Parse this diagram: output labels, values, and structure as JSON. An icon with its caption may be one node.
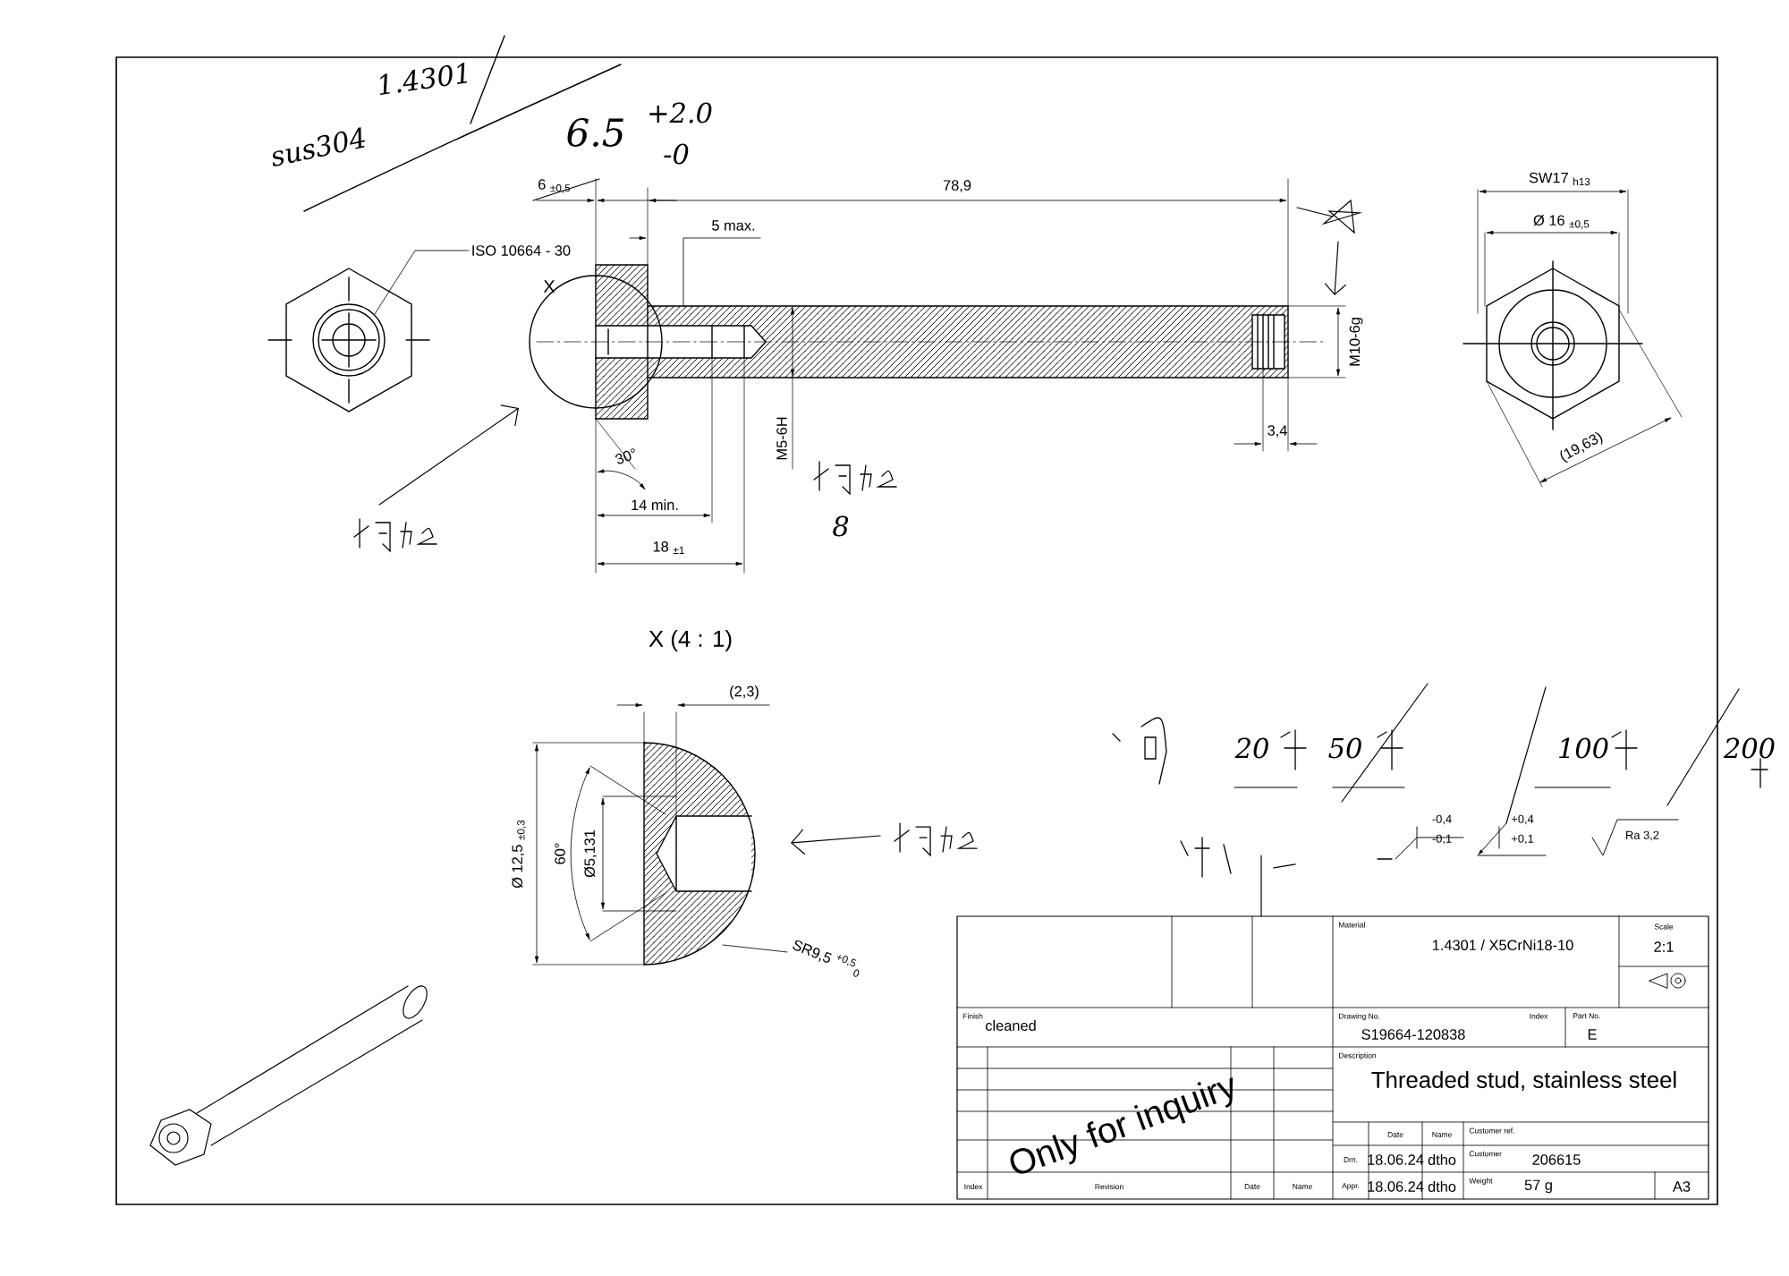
{
  "diagram": {
    "nodes": [
      {
        "text": [
          "ISO 10664 - 30"
        ]
      },
      {
        "text": [],
        "shape": "circle"
      },
      {
        "text": [
          "SR9,5 $^{+0,5}$$_{0}$"
        ]
      }
    ],
    "edges": [
      {
        "from": 0,
        "to": 1,
        "arrow": "none"
      },
      {
        "from": 2,
        "to": null,
        "arrow": "none"
      }
    ],
    "labels": [
      "1.4301",
      "sus304",
      "6.5",
      "+2.0",
      "-0",
      "6 $_{±0,5}$",
      "78,9",
      "5 max.",
      "X",
      "SW17 $_{h13}$",
      "Ø 16 $_{±0,5}$",
      "M10-6g",
      "30°",
      "M5-6H",
      "8",
      "3,4",
      "(19,63)",
      "14 min.",
      "18 $_{±1}$",
      "X (4 : 1)",
      "(2,3)",
      "20",
      "50",
      "100",
      "200",
      "Ø 12,5 $_{±0,3}$",
      "60°",
      "Ø5,131",
      "-0,4",
      "-0,1",
      "+0,4",
      "+0,1",
      "Ra 3,2",
      "Material",
      "1.4301 / X5CrNi18-10",
      "Scale",
      "2:1",
      "Finish",
      "cleaned",
      "Drawing No.",
      "Index",
      "Part No.",
      "S19664-120838",
      "E",
      "Description",
      "Threaded stud, stainless steel",
      "Only for inquiry",
      "Date",
      "Name",
      "Customer ref.",
      "Drn.",
      "18.06.24",
      "dtho",
      "Customer",
      "206615",
      "Appr.",
      "18.06.24",
      "dtho",
      "Weight",
      "57 g",
      "A3",
      "Index",
      "Revision",
      "Date",
      "Name"
    ]
  }
}
